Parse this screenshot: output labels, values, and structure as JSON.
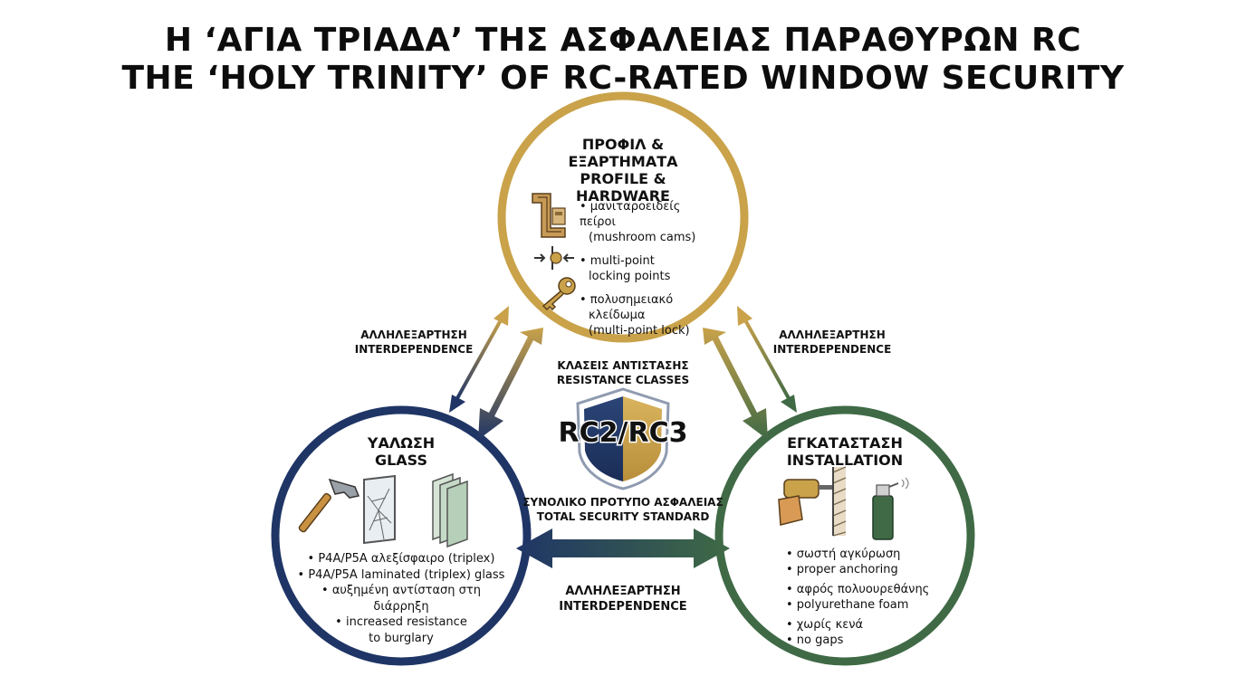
{
  "title": {
    "greek": "Η ‘ΑΓΙΑ ΤΡΙΑΔΑ’ ΤΗΣ ΑΣΦΑΛΕΙΑΣ ΠΑΡΑΘΥΡΩΝ RC",
    "english": "THE ‘HOLY TRINITY’ OF RC-RATED WINDOW SECURITY"
  },
  "colors": {
    "gold": "#c9a24a",
    "navy": "#1f3566",
    "green": "#3f6a45"
  },
  "profile": {
    "title_gr_1": "ΠΡΟΦΙΛ &",
    "title_gr_2": "ΕΞΑΡΤΗΜΑΤΑ",
    "title_en": "PROFILE & HARDWARE",
    "items": [
      {
        "icon": "window-profile-icon",
        "line1": "• μανιταροειδείς πείροι",
        "line2": "(mushroom cams)"
      },
      {
        "icon": "locking-point-icon",
        "line1": "• multi-point",
        "line2": "locking points"
      },
      {
        "icon": "key-icon",
        "line1": "• πολυσημειακό",
        "line2": "κλείδωμα",
        "line3": "(multi-point lock)"
      }
    ]
  },
  "glass": {
    "title_gr": "ΥΑΛΩΣΗ",
    "title_en": "GLASS",
    "items": [
      "• P4A/P5A αλεξίσφαιρο (triplex)",
      "• P4A/P5A laminated (triplex) glass",
      "• αυξημένη αντίσταση στη",
      "διάρρηξη",
      "• increased resistance",
      "to burglary"
    ]
  },
  "installation": {
    "title_gr": "ΕΓΚΑΤΑΣΤΑΣΗ",
    "title_en": "INSTALLATION",
    "items": [
      "• σωστή αγκύρωση",
      "• proper anchoring",
      "• αφρός πολυουρεθάνης",
      "• polyurethane foam",
      "• χωρίς κενά",
      "• no gaps"
    ]
  },
  "center": {
    "classes_gr": "ΚΛΑΣΕΙΣ ΑΝΤΙΣΤΑΣΗΣ",
    "classes_en": "RESISTANCE CLASSES",
    "shield_text": "RC2/RC3",
    "standard_gr": "ΣΥΝΟΛΙΚΟ ΠΡΟΤΥΠΟ ΑΣΦΑΛΕΙΑΣ",
    "standard_en": "TOTAL SECURITY STANDARD"
  },
  "interdependence": {
    "gr": "ΑΛΛΗΛΕΞΑΡΤΗΣΗ",
    "en": "INTERDEPENDENCE"
  }
}
